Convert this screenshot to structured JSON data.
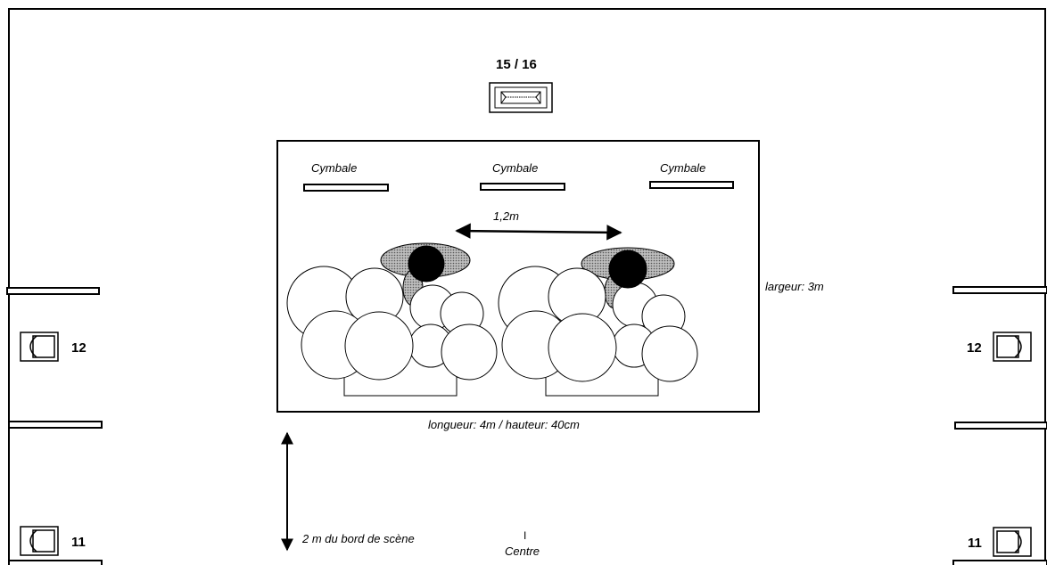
{
  "risers": {
    "label": "15 / 16"
  },
  "cymbals": [
    {
      "label": "Cymbale"
    },
    {
      "label": "Cymbale"
    },
    {
      "label": "Cymbale"
    }
  ],
  "spacing": {
    "label": "1,2m"
  },
  "stage": {
    "width_label": "largeur: 3m",
    "length_height_label": "longueur: 4m / hauteur: 40cm"
  },
  "distance": {
    "label": "2 m du bord de scène"
  },
  "centre": {
    "mark": "I",
    "label": "Centre"
  },
  "monitors": {
    "left_upper": "12",
    "left_lower": "11",
    "right_upper": "12",
    "right_lower": "11"
  },
  "icons": {
    "wedge": "wedge-monitor-icon",
    "fill": "drum-fill-monitor-icon",
    "kit": "drum-kit-icon"
  }
}
